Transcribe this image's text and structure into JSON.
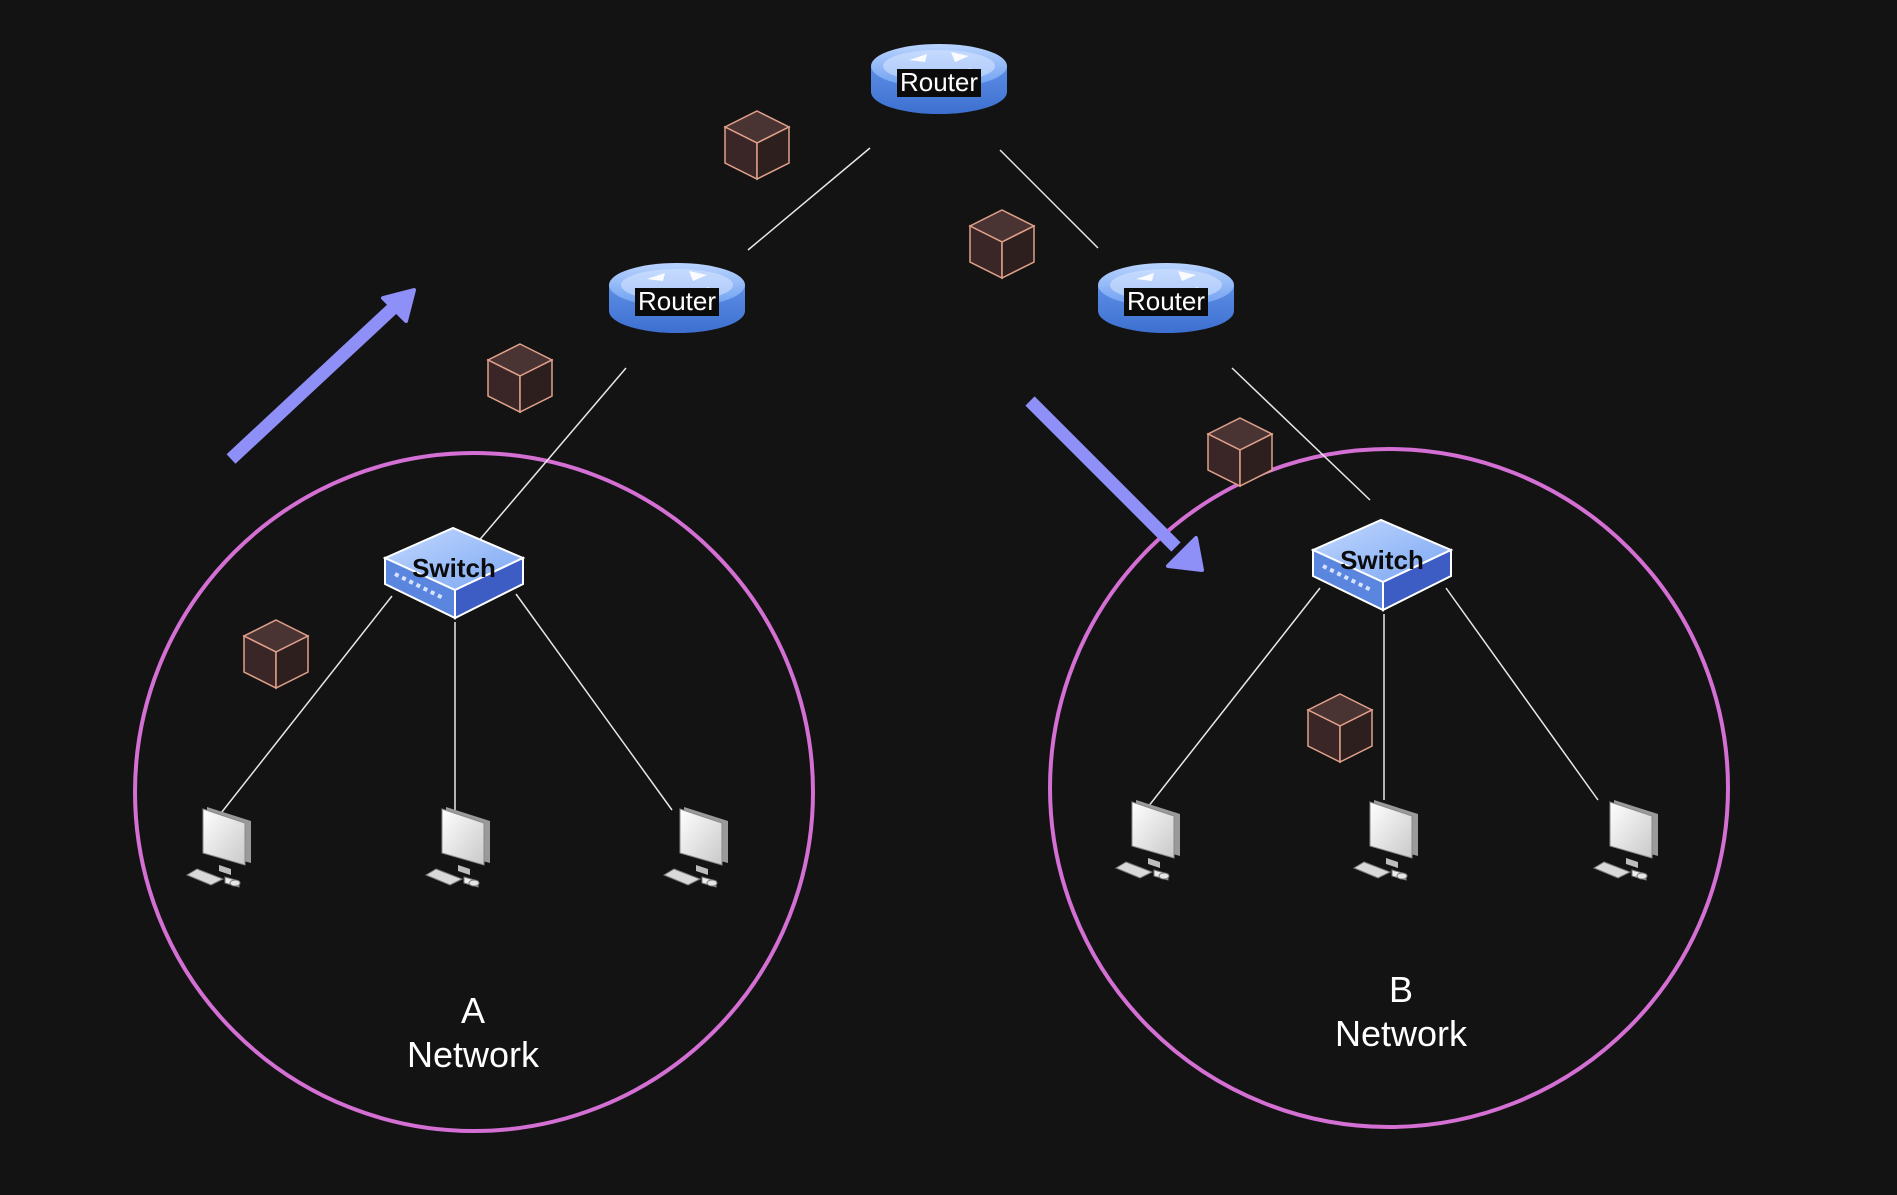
{
  "diagram": {
    "routers": [
      {
        "label": "Router"
      },
      {
        "label": "Router"
      },
      {
        "label": "Router"
      }
    ],
    "switches": [
      {
        "label": "Switch"
      },
      {
        "label": "Switch"
      }
    ],
    "networks": [
      {
        "letter": "A",
        "name": "Network"
      },
      {
        "letter": "B",
        "name": "Network"
      }
    ]
  },
  "colors": {
    "background": "#131313",
    "network_circle": "#d46fd4",
    "flow_arrow": "#8f8ff8",
    "link_line": "#e8e8e8",
    "packet_fill": "#3f2b2b",
    "packet_stroke": "#e0a08a",
    "device_blue": "#6f9ff0",
    "label_text": "#ffffff"
  },
  "icons": [
    "router-icon",
    "switch-icon",
    "computer-icon",
    "packet-icon",
    "arrow-icon"
  ]
}
